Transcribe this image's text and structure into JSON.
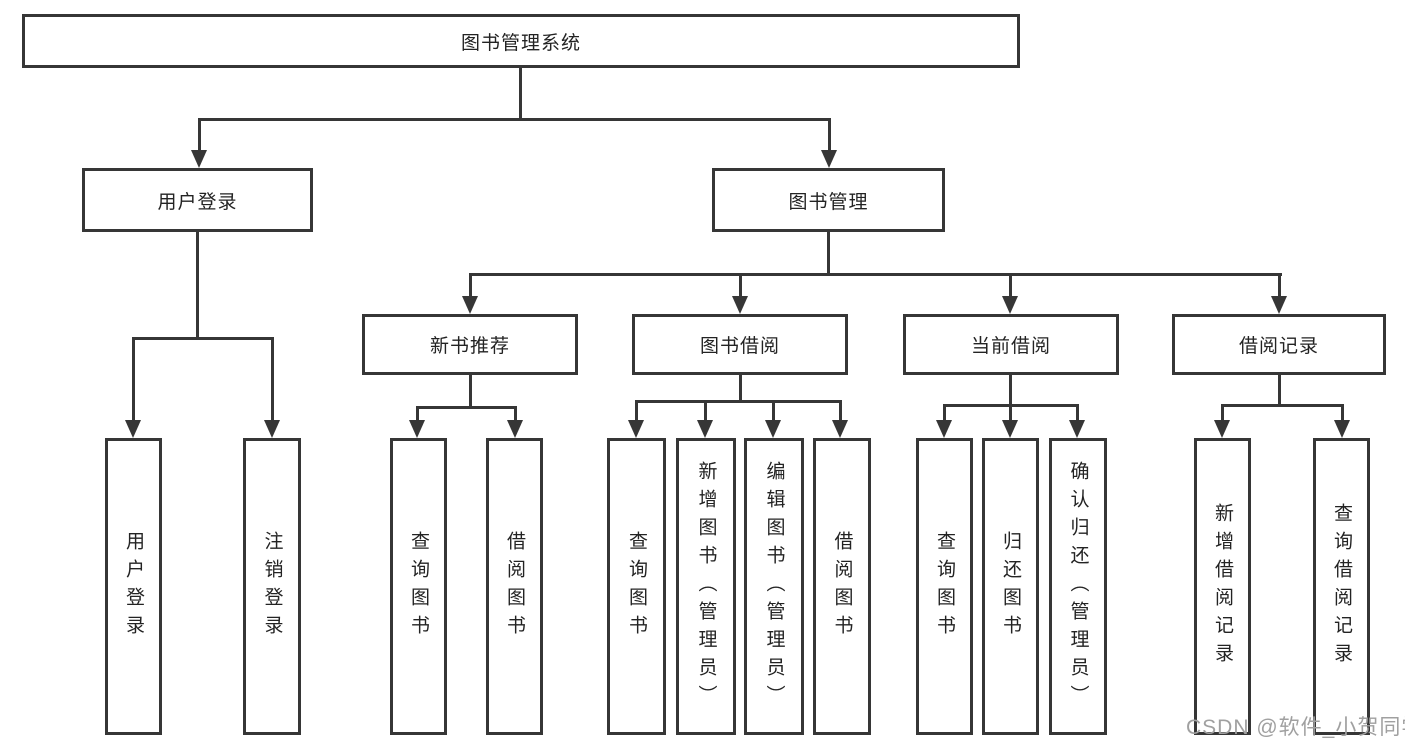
{
  "diagram": {
    "root": {
      "label": "图书管理系统"
    },
    "branches": [
      {
        "label": "用户登录",
        "children": [
          {
            "label": "用户登录"
          },
          {
            "label": "注销登录"
          }
        ]
      },
      {
        "label": "图书管理",
        "children": [
          {
            "label": "新书推荐",
            "children": [
              {
                "label": "查询图书"
              },
              {
                "label": "借阅图书"
              }
            ]
          },
          {
            "label": "图书借阅",
            "children": [
              {
                "label": "查询图书"
              },
              {
                "label": "新增图书（管理员）"
              },
              {
                "label": "编辑图书（管理员）"
              },
              {
                "label": "借阅图书"
              }
            ]
          },
          {
            "label": "当前借阅",
            "children": [
              {
                "label": "查询图书"
              },
              {
                "label": "归还图书"
              },
              {
                "label": "确认归还（管理员）"
              }
            ]
          },
          {
            "label": "借阅记录",
            "children": [
              {
                "label": "新增借阅记录"
              },
              {
                "label": "查询借阅记录"
              }
            ]
          }
        ]
      }
    ]
  },
  "watermark": {
    "text": "CSDN @软件_小贺同学",
    "color": "#a0a0a0"
  },
  "colors": {
    "line": "#363636",
    "box_background": "#ffffff",
    "text": "#232323"
  }
}
